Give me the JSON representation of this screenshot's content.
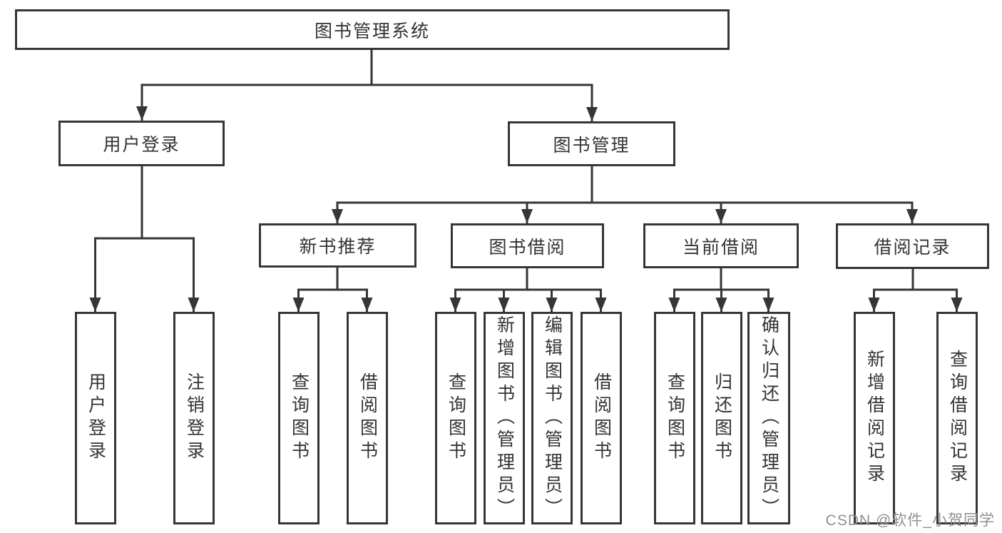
{
  "diagram": {
    "root": {
      "label": "图书管理系统"
    },
    "login": {
      "label": "用户登录",
      "children": [
        {
          "label": "用户登录"
        },
        {
          "label": "注销登录"
        }
      ]
    },
    "management": {
      "label": "图书管理",
      "sections": [
        {
          "label": "新书推荐",
          "children": [
            {
              "label": "查询图书"
            },
            {
              "label": "借阅图书"
            }
          ]
        },
        {
          "label": "图书借阅",
          "children": [
            {
              "label": "查询图书"
            },
            {
              "label": "新增图书（管理员）"
            },
            {
              "label": "编辑图书（管理员）"
            },
            {
              "label": "借阅图书"
            }
          ]
        },
        {
          "label": "当前借阅",
          "children": [
            {
              "label": "查询图书"
            },
            {
              "label": "归还图书"
            },
            {
              "label": "确认归还（管理员）"
            }
          ]
        },
        {
          "label": "借阅记录",
          "children": [
            {
              "label": "新增借阅记录"
            },
            {
              "label": "查询借阅记录"
            }
          ]
        }
      ]
    }
  },
  "watermark": {
    "text": "CSDN @软件_小贺同学"
  },
  "colors": {
    "line": "#363636",
    "text": "#333333",
    "watermark": "#909090",
    "background": "#ffffff"
  }
}
